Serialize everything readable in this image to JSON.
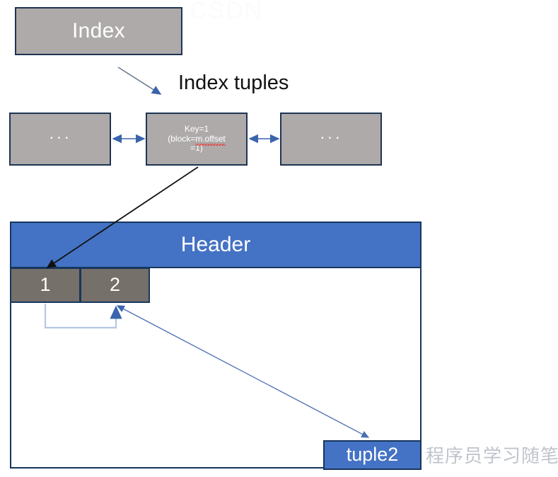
{
  "diagram": {
    "title_text": "Index tuples",
    "index_box": {
      "label": "Index"
    },
    "index_tuple_row": {
      "left_box": {
        "label": "···"
      },
      "key_box": {
        "line1": "Key=1",
        "line2_prefix": "(block=",
        "line2_spellchecked": "m.offset",
        "line3": "=1)"
      },
      "right_box": {
        "label": "···"
      }
    },
    "page_block": {
      "header": {
        "label": "Header"
      },
      "line_pointers": [
        {
          "label": "1"
        },
        {
          "label": "2"
        }
      ],
      "tuple": {
        "label": "tuple2"
      }
    },
    "watermark": {
      "text": "程序员学习随笔",
      "top_ghost": "CSDN"
    },
    "colors": {
      "gray_fill": "#aeaaaa",
      "dark_gray_fill": "#757069",
      "blue_fill": "#4472c4",
      "border_navy": "#17365d",
      "arrow_blue": "#4472c4",
      "arrow_black": "#1a1a1a",
      "bracket_light_blue": "#b4c7e7",
      "spellcheck_red": "#ee3333"
    }
  }
}
